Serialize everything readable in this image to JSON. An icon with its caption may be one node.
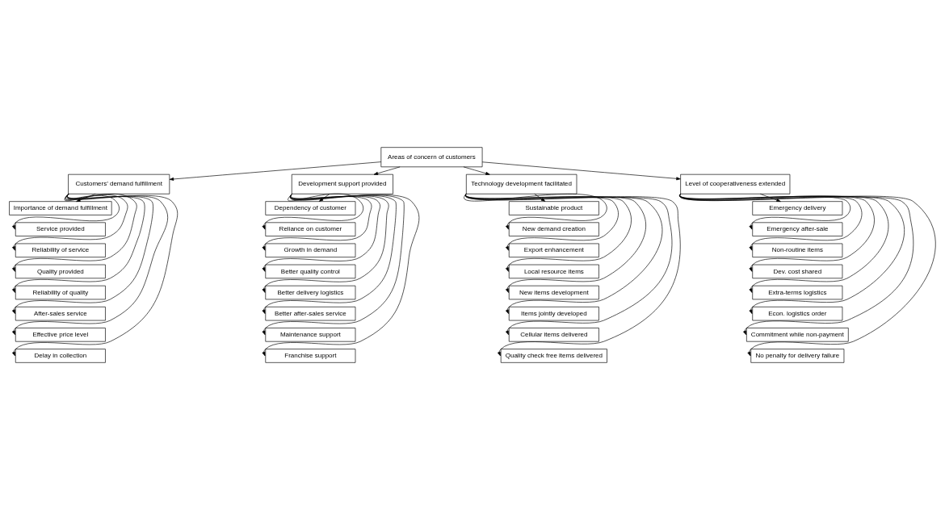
{
  "diagram": {
    "nodes": [
      {
        "text": [
          "Areas of concern of customers"
        ]
      },
      {
        "text": [
          "Customers’ demand fulfillment"
        ]
      },
      {
        "text": [
          "Development support provided"
        ]
      },
      {
        "text": [
          "Technology development facilitated"
        ]
      },
      {
        "text": [
          "Level of cooperativeness extended"
        ]
      },
      {
        "text": [
          "Importance of demand fulfillment"
        ]
      },
      {
        "text": [
          "Service provided"
        ]
      },
      {
        "text": [
          "Reliability of service"
        ]
      },
      {
        "text": [
          "Quality provided"
        ]
      },
      {
        "text": [
          "Reliability of quality"
        ]
      },
      {
        "text": [
          "After-sales service"
        ]
      },
      {
        "text": [
          "Effective price level"
        ]
      },
      {
        "text": [
          "Delay in collection"
        ]
      },
      {
        "text": [
          "Dependency of customer"
        ]
      },
      {
        "text": [
          "Reliance on customer"
        ]
      },
      {
        "text": [
          "Growth in demand"
        ]
      },
      {
        "text": [
          "Better quality control"
        ]
      },
      {
        "text": [
          "Better delivery logistics"
        ]
      },
      {
        "text": [
          "Better after-sales service"
        ]
      },
      {
        "text": [
          "Maintenance support"
        ]
      },
      {
        "text": [
          "Franchise support"
        ]
      },
      {
        "text": [
          "Sustainable product"
        ]
      },
      {
        "text": [
          "New demand creation"
        ]
      },
      {
        "text": [
          "Export enhancement"
        ]
      },
      {
        "text": [
          "Local resource items"
        ]
      },
      {
        "text": [
          "New items development"
        ]
      },
      {
        "text": [
          "Items jointly developed"
        ]
      },
      {
        "text": [
          "Cellular items delivered"
        ]
      },
      {
        "text": [
          "Quality check free items delivered"
        ]
      },
      {
        "text": [
          "Emergency delivery"
        ]
      },
      {
        "text": [
          "Emergency after-sale"
        ]
      },
      {
        "text": [
          "Non-routine items"
        ]
      },
      {
        "text": [
          "Dev. cost shared"
        ]
      },
      {
        "text": [
          "Extra-terms logistics"
        ]
      },
      {
        "text": [
          "Econ. logistics order"
        ]
      },
      {
        "text": [
          "Commitment while non-payment"
        ]
      },
      {
        "text": [
          "No penalty for delivery failure"
        ]
      }
    ],
    "edges": [
      {
        "from": 0,
        "to": 1,
        "arrow": "to"
      },
      {
        "from": 0,
        "to": 2,
        "arrow": "to"
      },
      {
        "from": 0,
        "to": 3,
        "arrow": "to"
      },
      {
        "from": 0,
        "to": 4,
        "arrow": "to"
      },
      {
        "from": 1,
        "to": 5,
        "arrow": "to"
      },
      {
        "from": 1,
        "to": 6,
        "arrow": "to"
      },
      {
        "from": 1,
        "to": 7,
        "arrow": "to"
      },
      {
        "from": 1,
        "to": 8,
        "arrow": "to"
      },
      {
        "from": 1,
        "to": 9,
        "arrow": "to"
      },
      {
        "from": 1,
        "to": 10,
        "arrow": "to"
      },
      {
        "from": 1,
        "to": 11,
        "arrow": "to"
      },
      {
        "from": 1,
        "to": 12,
        "arrow": "to"
      },
      {
        "from": 2,
        "to": 13,
        "arrow": "to"
      },
      {
        "from": 2,
        "to": 14,
        "arrow": "to"
      },
      {
        "from": 2,
        "to": 15,
        "arrow": "to"
      },
      {
        "from": 2,
        "to": 16,
        "arrow": "to"
      },
      {
        "from": 2,
        "to": 17,
        "arrow": "to"
      },
      {
        "from": 2,
        "to": 18,
        "arrow": "to"
      },
      {
        "from": 2,
        "to": 19,
        "arrow": "to"
      },
      {
        "from": 2,
        "to": 20,
        "arrow": "to"
      },
      {
        "from": 3,
        "to": 21,
        "arrow": "to"
      },
      {
        "from": 3,
        "to": 22,
        "arrow": "to"
      },
      {
        "from": 3,
        "to": 23,
        "arrow": "to"
      },
      {
        "from": 3,
        "to": 24,
        "arrow": "to"
      },
      {
        "from": 3,
        "to": 25,
        "arrow": "to"
      },
      {
        "from": 3,
        "to": 26,
        "arrow": "to"
      },
      {
        "from": 3,
        "to": 27,
        "arrow": "to"
      },
      {
        "from": 3,
        "to": 28,
        "arrow": "to"
      },
      {
        "from": 4,
        "to": 29,
        "arrow": "to"
      },
      {
        "from": 4,
        "to": 30,
        "arrow": "to"
      },
      {
        "from": 4,
        "to": 31,
        "arrow": "to"
      },
      {
        "from": 4,
        "to": 32,
        "arrow": "to"
      },
      {
        "from": 4,
        "to": 33,
        "arrow": "to"
      },
      {
        "from": 4,
        "to": 34,
        "arrow": "to"
      },
      {
        "from": 4,
        "to": 35,
        "arrow": "to"
      },
      {
        "from": 4,
        "to": 36,
        "arrow": "to"
      }
    ]
  }
}
